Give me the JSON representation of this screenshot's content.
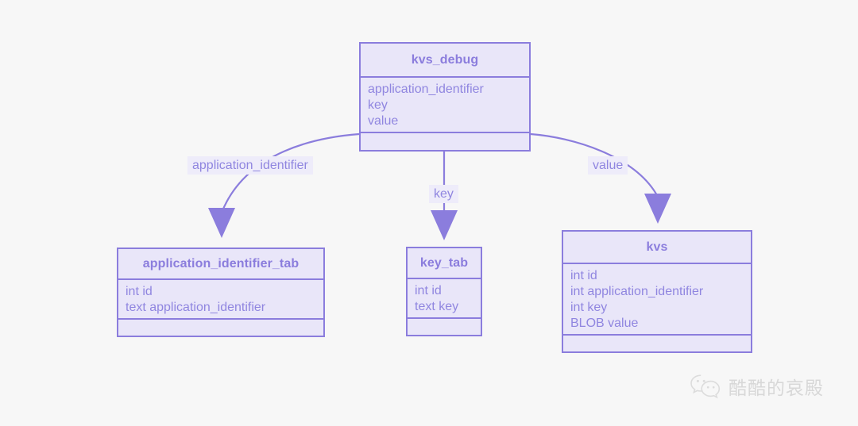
{
  "diagram": {
    "type": "er-diagram",
    "background_color": "#f7f7f7",
    "accent_color": "#8b7ddd",
    "box_fill_color": "#e9e6f9",
    "label_fill_color": "#eeecfa",
    "entities": [
      {
        "name": "kvs_debug",
        "attributes": [
          "application_identifier",
          "key",
          "value"
        ]
      },
      {
        "name": "application_identifier_tab",
        "attributes": [
          "int id",
          "text application_identifier"
        ]
      },
      {
        "name": "key_tab",
        "attributes": [
          "int id",
          "text key"
        ]
      },
      {
        "name": "kvs",
        "attributes": [
          "int id",
          "int application_identifier",
          "int key",
          "BLOB value"
        ]
      }
    ],
    "edges": [
      {
        "label": "application_identifier",
        "from": "kvs_debug",
        "to": "application_identifier_tab"
      },
      {
        "label": "key",
        "from": "kvs_debug",
        "to": "key_tab"
      },
      {
        "label": "value",
        "from": "kvs_debug",
        "to": "kvs"
      }
    ]
  },
  "watermark": {
    "icon": "wechat-icon",
    "text": "酷酷的哀殿"
  }
}
